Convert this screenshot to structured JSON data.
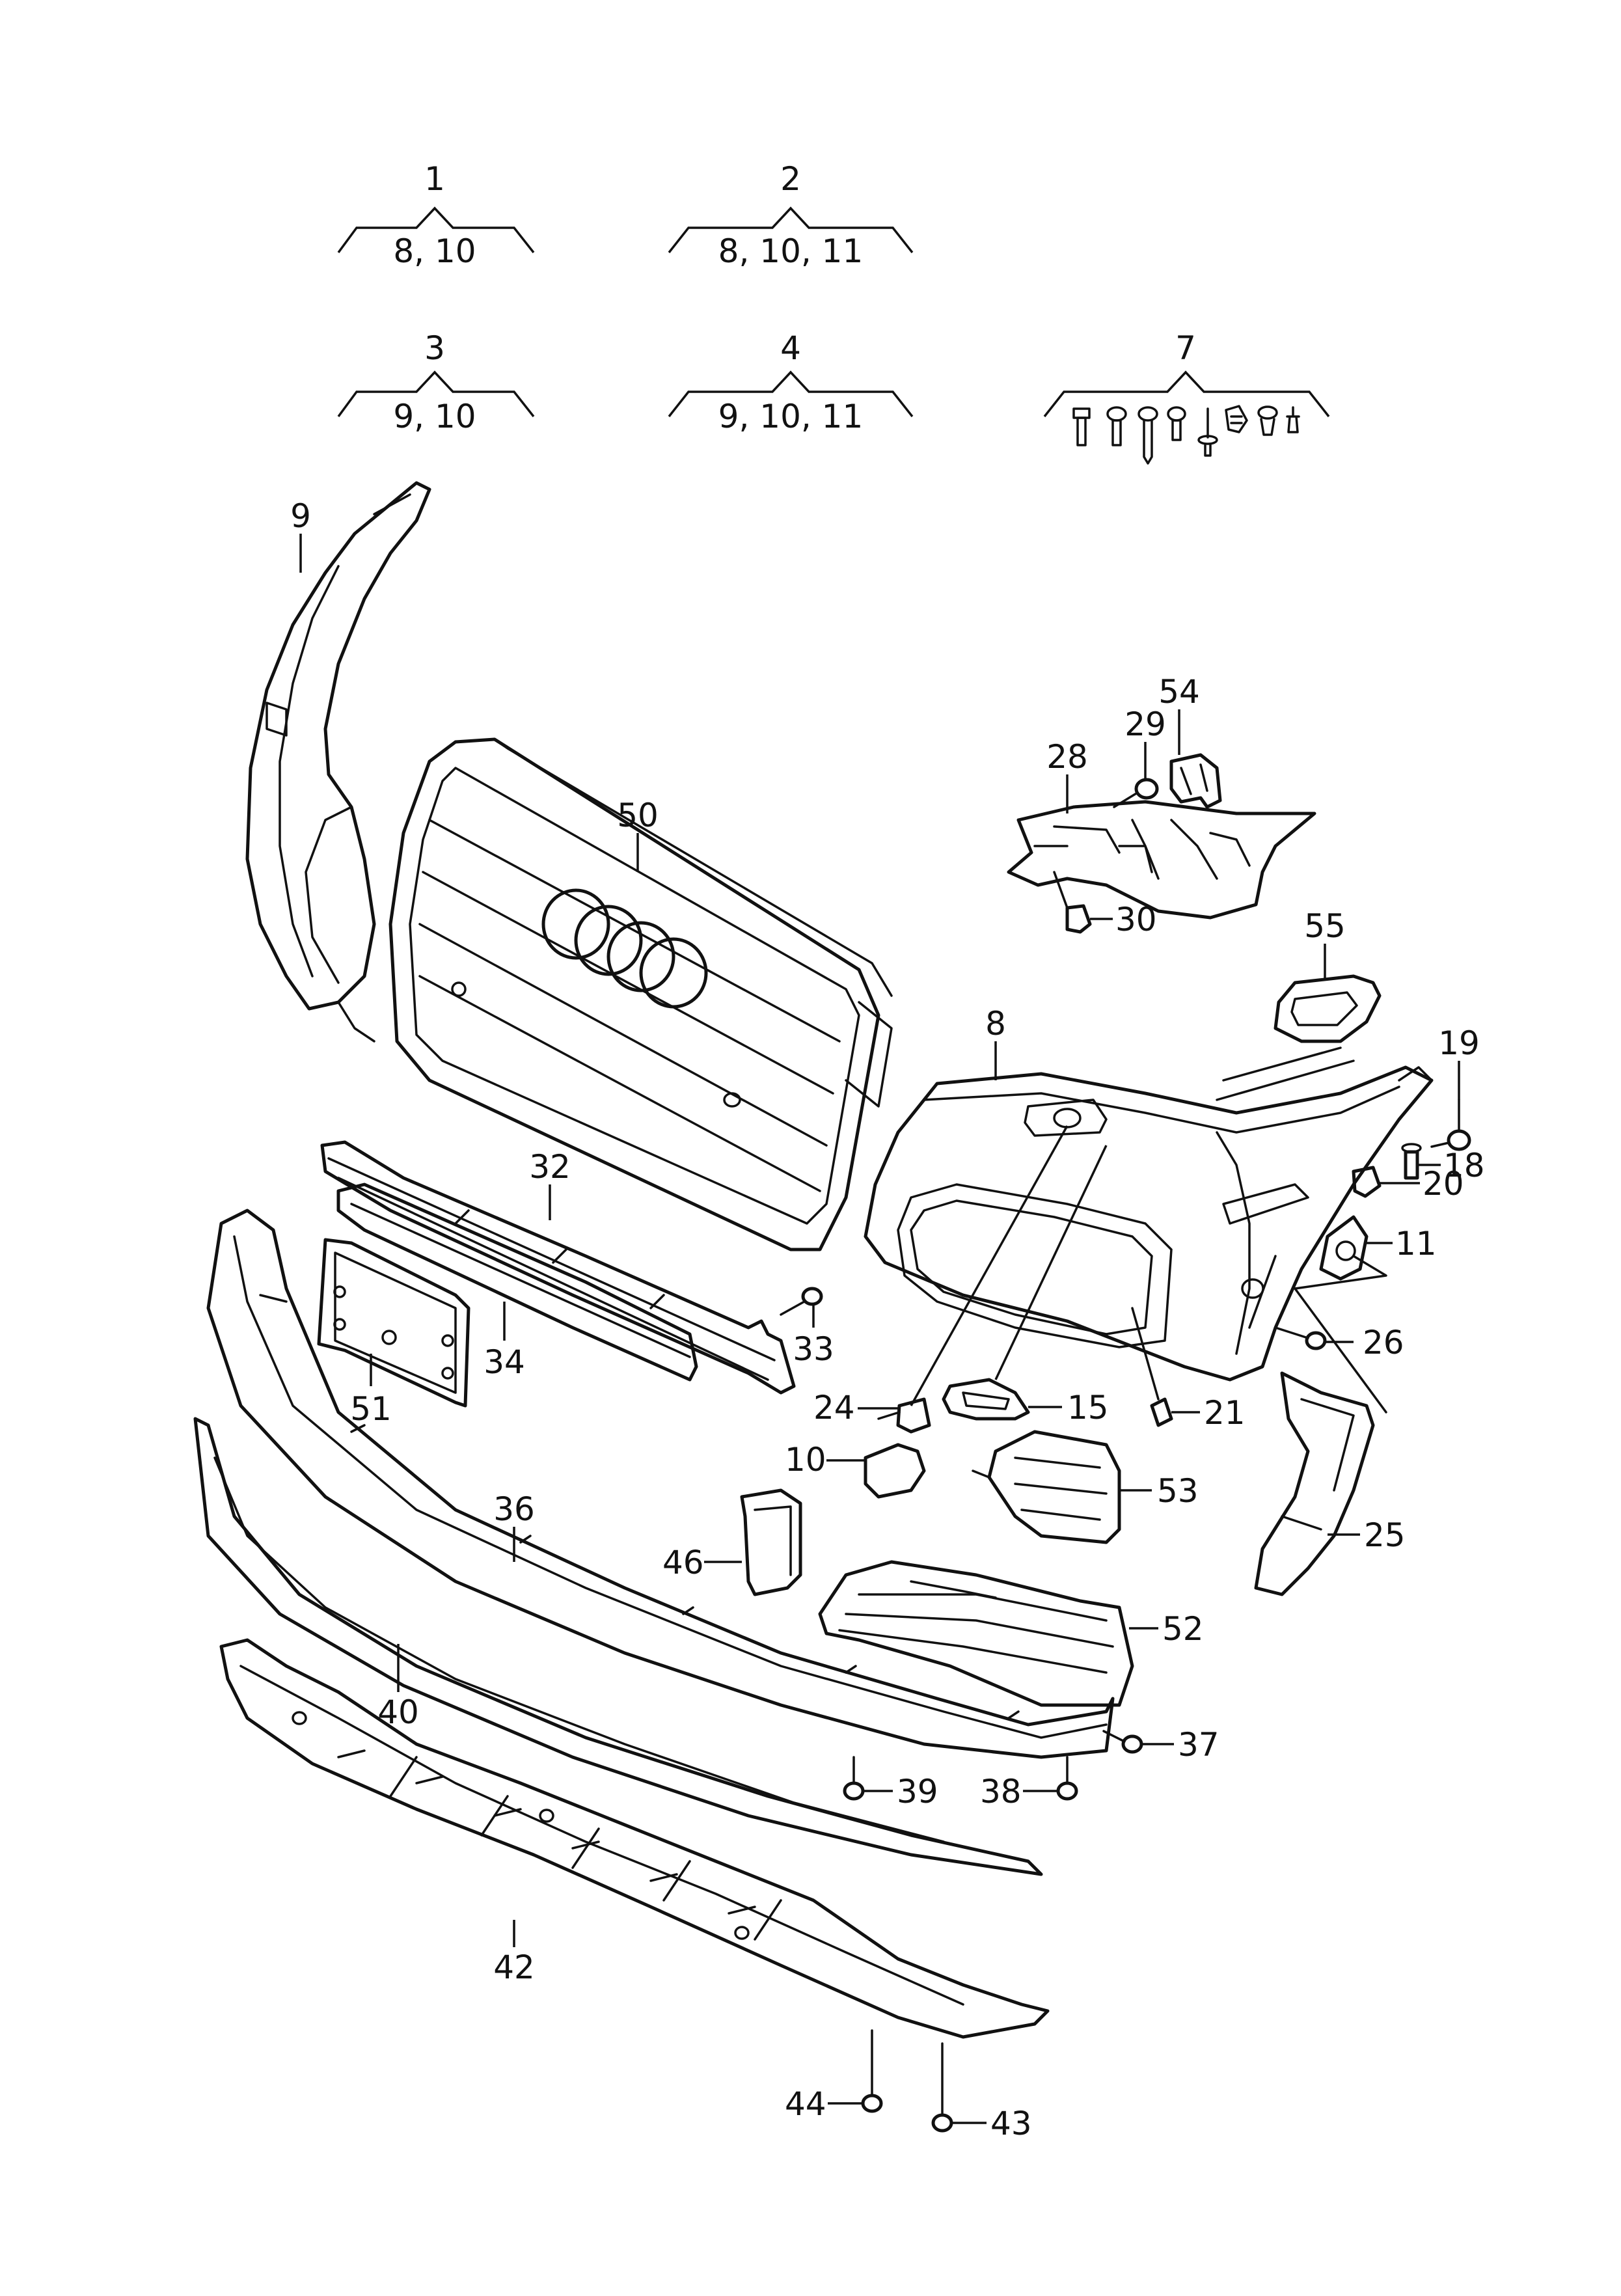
{
  "kits": [
    {
      "number": "1",
      "contents": "8, 10"
    },
    {
      "number": "2",
      "contents": "8, 10, 11"
    },
    {
      "number": "3",
      "contents": "9, 10"
    },
    {
      "number": "4",
      "contents": "9, 10, 11"
    },
    {
      "number": "7",
      "contents": ""
    }
  ],
  "callouts": [
    "9",
    "50",
    "54",
    "29",
    "28",
    "30",
    "55",
    "8",
    "19",
    "18",
    "20",
    "11",
    "32",
    "33",
    "34",
    "51",
    "26",
    "24",
    "15",
    "21",
    "10",
    "53",
    "36",
    "46",
    "25",
    "52",
    "40",
    "37",
    "39",
    "38",
    "42",
    "44",
    "43"
  ]
}
